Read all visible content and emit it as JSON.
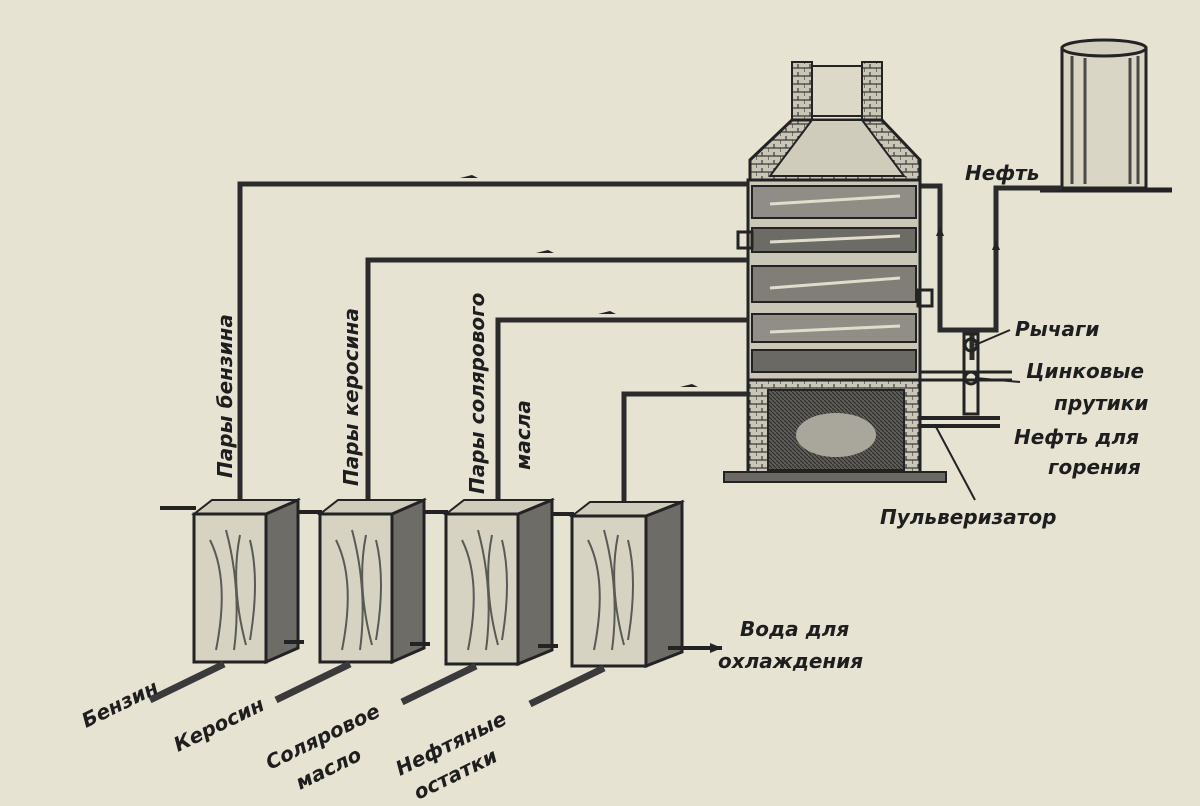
{
  "labels": {
    "neft": "Нефть",
    "rychagi": "Рычаги",
    "tsinkovye_1": "Цинковые",
    "tsinkovye_2": "прутики",
    "neft_gorenie_1": "Нефть для",
    "neft_gorenie_2": "горения",
    "pulverizator": "Пульверизатор",
    "voda_1": "Вода для",
    "voda_2": "охлаждения",
    "pary_benzina": "Пары бензина",
    "pary_kerosina": "Пары керосина",
    "pary_solyarovogo_1": "Пары солярового",
    "pary_solyarovogo_2": "масла",
    "benzin": "Бензин",
    "kerosin": "Керосин",
    "solyarovoe_1": "Соляровое",
    "solyarovoe_2": "масло",
    "neftyanye_1": "Нефтяные",
    "neftyanye_2": "остатки"
  },
  "colors": {
    "paper": "#e6e3d3",
    "ink": "#232323",
    "hatch": "#5a5a55"
  }
}
